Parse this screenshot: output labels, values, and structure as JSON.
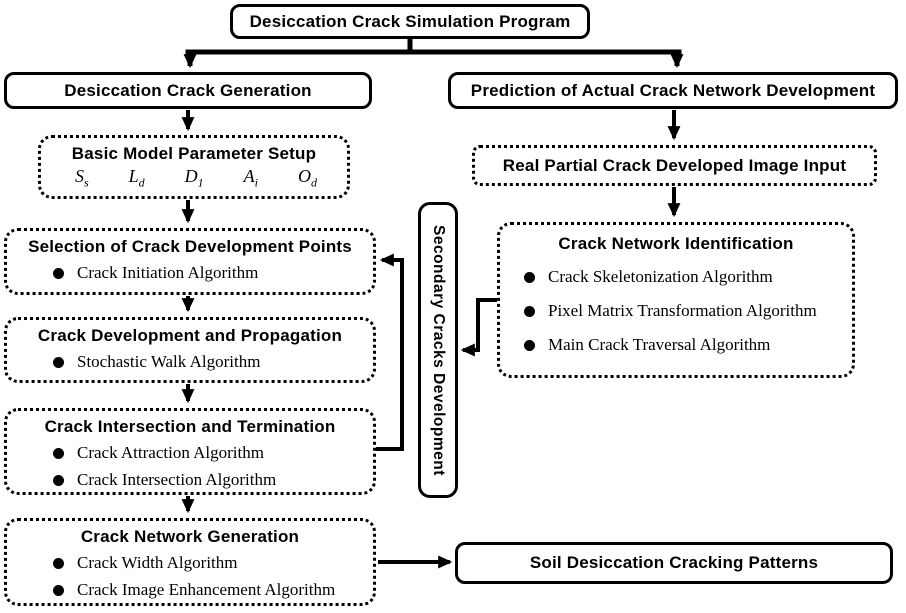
{
  "diagram": {
    "title": "Desiccation Crack Simulation Program",
    "left": {
      "header": "Desiccation Crack Generation",
      "param_setup": {
        "title": "Basic Model Parameter Setup",
        "params": [
          {
            "base": "S",
            "sub": "s"
          },
          {
            "base": "L",
            "sub": "d"
          },
          {
            "base": "D",
            "sub": "1"
          },
          {
            "base": "A",
            "sub": "i"
          },
          {
            "base": "O",
            "sub": "d"
          }
        ]
      },
      "steps": [
        {
          "title": "Selection of Crack Development Points",
          "bullets": [
            "Crack Initiation Algorithm"
          ]
        },
        {
          "title": "Crack Development and Propagation",
          "bullets": [
            "Stochastic Walk Algorithm"
          ]
        },
        {
          "title": "Crack Intersection and Termination",
          "bullets": [
            "Crack Attraction Algorithm",
            "Crack Intersection Algorithm"
          ]
        },
        {
          "title": "Crack Network Generation",
          "bullets": [
            "Crack Width Algorithm",
            "Crack Image Enhancement Algorithm"
          ]
        }
      ]
    },
    "right": {
      "header": "Prediction of Actual Crack Network Development",
      "image_input": "Real Partial Crack Developed Image Input",
      "identification": {
        "title": "Crack Network Identification",
        "bullets": [
          "Crack Skeletonization Algorithm",
          "Pixel Matrix Transformation Algorithm",
          "Main Crack Traversal Algorithm"
        ]
      }
    },
    "secondary_label": "Secondary Cracks Development",
    "output": "Soil Desiccation Cracking Patterns",
    "colors": {
      "line": "#000000",
      "background": "#ffffff"
    }
  }
}
